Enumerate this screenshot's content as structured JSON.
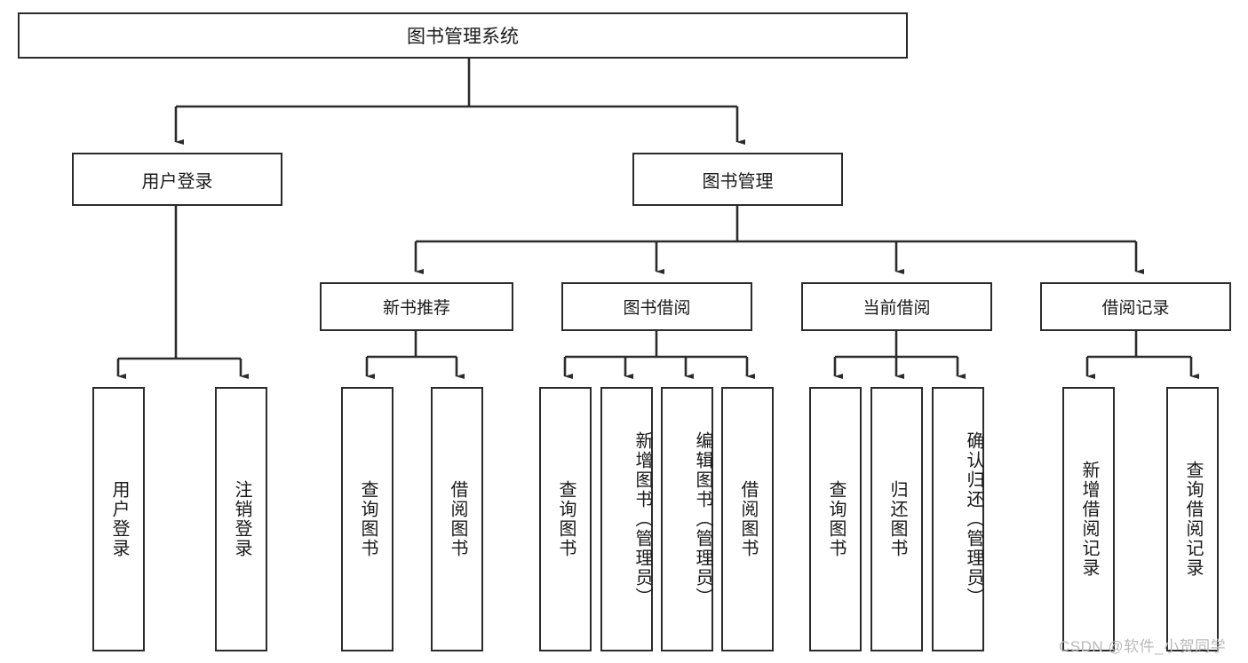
{
  "diagram": {
    "title": "图书管理系统",
    "type": "functional-structure-tree",
    "root": {
      "label": "图书管理系统"
    },
    "level2": [
      {
        "label": "用户登录"
      },
      {
        "label": "图书管理"
      }
    ],
    "level3": [
      {
        "label": "新书推荐"
      },
      {
        "label": "图书借阅"
      },
      {
        "label": "当前借阅"
      },
      {
        "label": "借阅记录"
      }
    ],
    "leaves": {
      "user_login": [
        {
          "label": "用户登录"
        },
        {
          "label": "注销登录"
        }
      ],
      "new_book_recommend": [
        {
          "label": "查询图书"
        },
        {
          "label": "借阅图书"
        }
      ],
      "book_borrow": [
        {
          "label": "查询图书"
        },
        {
          "label": "新增图书（管理员）"
        },
        {
          "label": "编辑图书（管理员）"
        },
        {
          "label": "借阅图书"
        }
      ],
      "current_borrow": [
        {
          "label": "查询图书"
        },
        {
          "label": "归还图书"
        },
        {
          "label": "确认归还（管理员）"
        }
      ],
      "borrow_record": [
        {
          "label": "新增借阅记录"
        },
        {
          "label": "查询借阅记录"
        }
      ]
    },
    "watermark": "CSDN @软件_小贺同学",
    "colors": {
      "stroke": "#2b2b2b",
      "fill": "#ffffff",
      "text": "#1a1a1a",
      "watermark": "#b9b9b9"
    }
  }
}
